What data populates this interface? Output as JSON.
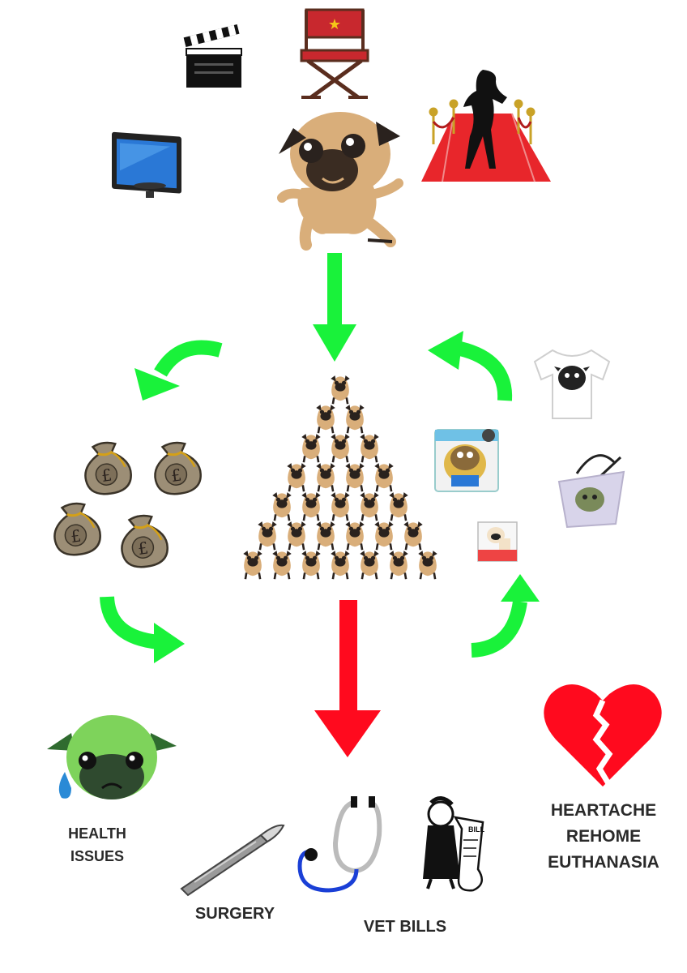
{
  "labels": {
    "health_line1": "HEALTH",
    "health_line2": "ISSUES",
    "surgery": "SURGERY",
    "vet_bills": "VET BILLS",
    "heartache": "HEARTACHE",
    "rehome": "REHOME",
    "euthanasia": "EUTHANASIA",
    "bill_text": "BILL",
    "currency_symbol": "£"
  },
  "icons": {
    "top_cluster": [
      "clapperboard-icon",
      "directors-chair-icon",
      "tv-monitor-icon",
      "pug-dog-icon",
      "red-carpet-silhouette-icon"
    ],
    "money": [
      "money-bag-icon",
      "money-bag-icon",
      "money-bag-icon",
      "money-bag-icon"
    ],
    "merch": [
      "pug-tshirt-icon",
      "pug-toy-box-icon",
      "pug-tote-bag-icon",
      "pug-toy-small-icon"
    ],
    "bottom": [
      "sick-pug-icon",
      "scalpel-icon",
      "stethoscope-icon",
      "man-with-bill-icon",
      "broken-heart-icon"
    ]
  },
  "pyramid_rows": [
    1,
    2,
    3,
    4,
    5,
    6,
    7
  ],
  "colors": {
    "green_arrow": "#19f23a",
    "red_arrow": "#ff0a1e",
    "pug_fawn": "#d9ae7a",
    "pug_dark": "#2a221e",
    "money_bag": "#9c8e76",
    "heart": "#ff0a1e",
    "carpet": "#e8262b",
    "sick_pug": "#7ed35b"
  }
}
